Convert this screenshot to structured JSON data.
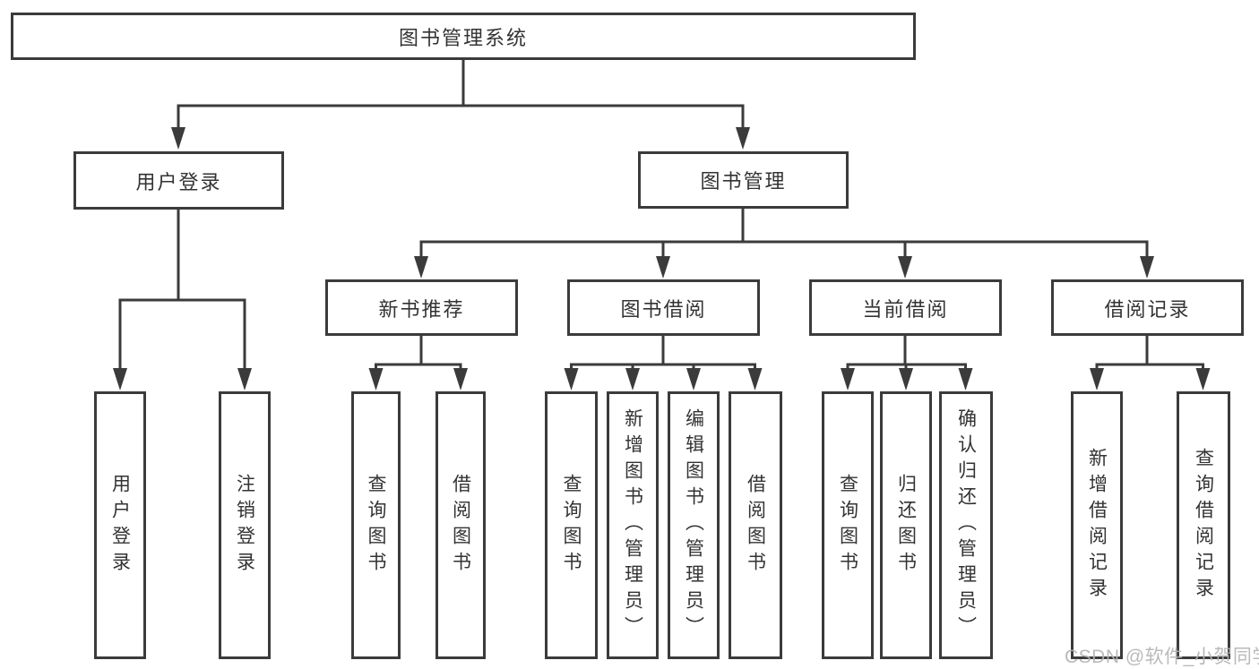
{
  "nodes": {
    "root": "图书管理系统",
    "user_login": "用户登录",
    "book_mgmt": "图书管理",
    "new_book_recommend": "新书推荐",
    "book_borrow": "图书借阅",
    "current_borrow": "当前借阅",
    "borrow_records": "借阅记录"
  },
  "leaves": {
    "user_login": [
      "用户登录",
      "注销登录"
    ],
    "new_book_recommend": [
      "查询图书",
      "借阅图书"
    ],
    "book_borrow": [
      "查询图书",
      "新增图书（管理员）",
      "编辑图书（管理员）",
      "借阅图书"
    ],
    "current_borrow": [
      "查询图书",
      "归还图书",
      "确认归还（管理员）"
    ],
    "borrow_records": [
      "新增借阅记录",
      "查询借阅记录"
    ]
  },
  "watermark": "CSDN @软件_小贺同学",
  "colors": {
    "line": "#3b3b3b",
    "text": "#333333",
    "watermark": "#b3b3b3",
    "background": "#ffffff"
  }
}
